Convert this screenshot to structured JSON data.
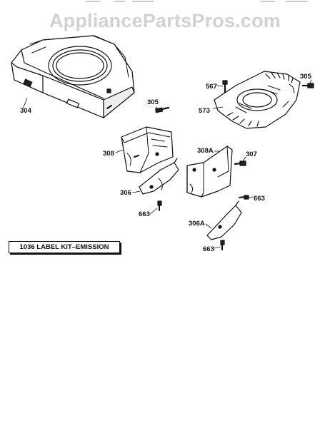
{
  "watermark": "AppliancePartsPros.com",
  "callouts": {
    "p304": "304",
    "p305a": "305",
    "p305b": "305",
    "p567": "567",
    "p573": "573",
    "p308": "308",
    "p308A": "308A",
    "p307": "307",
    "p306": "306",
    "p663a": "663",
    "p663b": "663",
    "p306A": "306A",
    "p663c": "663"
  },
  "kit_label": "1036 LABEL KIT–EMISSION"
}
